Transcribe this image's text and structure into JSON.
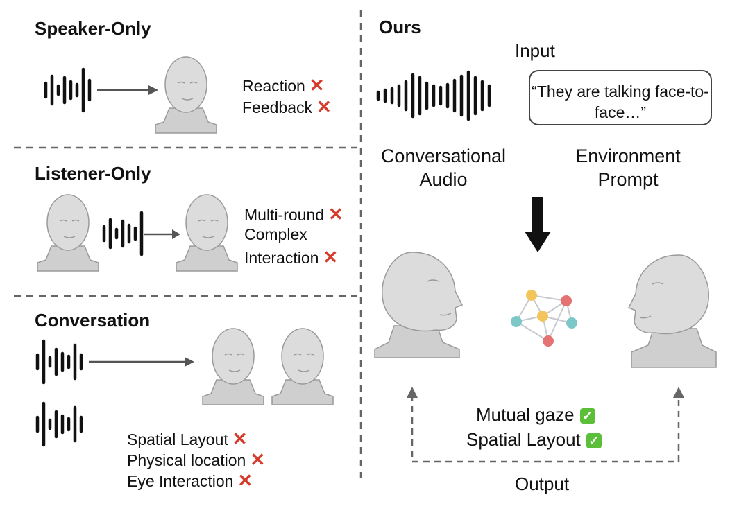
{
  "panels": {
    "speaker_only": {
      "title": "Speaker-Only",
      "items": [
        "Reaction",
        "Feedback"
      ]
    },
    "listener_only": {
      "title": "Listener-Only",
      "items": [
        "Multi-round",
        "Complex",
        "Interaction"
      ]
    },
    "conversation": {
      "title": "Conversation",
      "items": [
        "Spatial Layout",
        "Physical location",
        "Eye Interaction"
      ]
    },
    "ours": {
      "title": "Ours",
      "input_label": "Input",
      "prompt_text": "“They are talking face-to-face…”",
      "audio_label": "Conversational Audio",
      "env_label": "Environment Prompt",
      "results": [
        "Mutual gaze",
        "Spatial Layout"
      ],
      "output_label": "Output"
    }
  },
  "symbols": {
    "cross": "✕",
    "check": "✓"
  },
  "colors": {
    "cross": "#d63a2a",
    "check": "#5cbf3a",
    "dash": "#666666",
    "graph_nodes": [
      "#f2c45a",
      "#e57373",
      "#7cc8c8"
    ]
  }
}
